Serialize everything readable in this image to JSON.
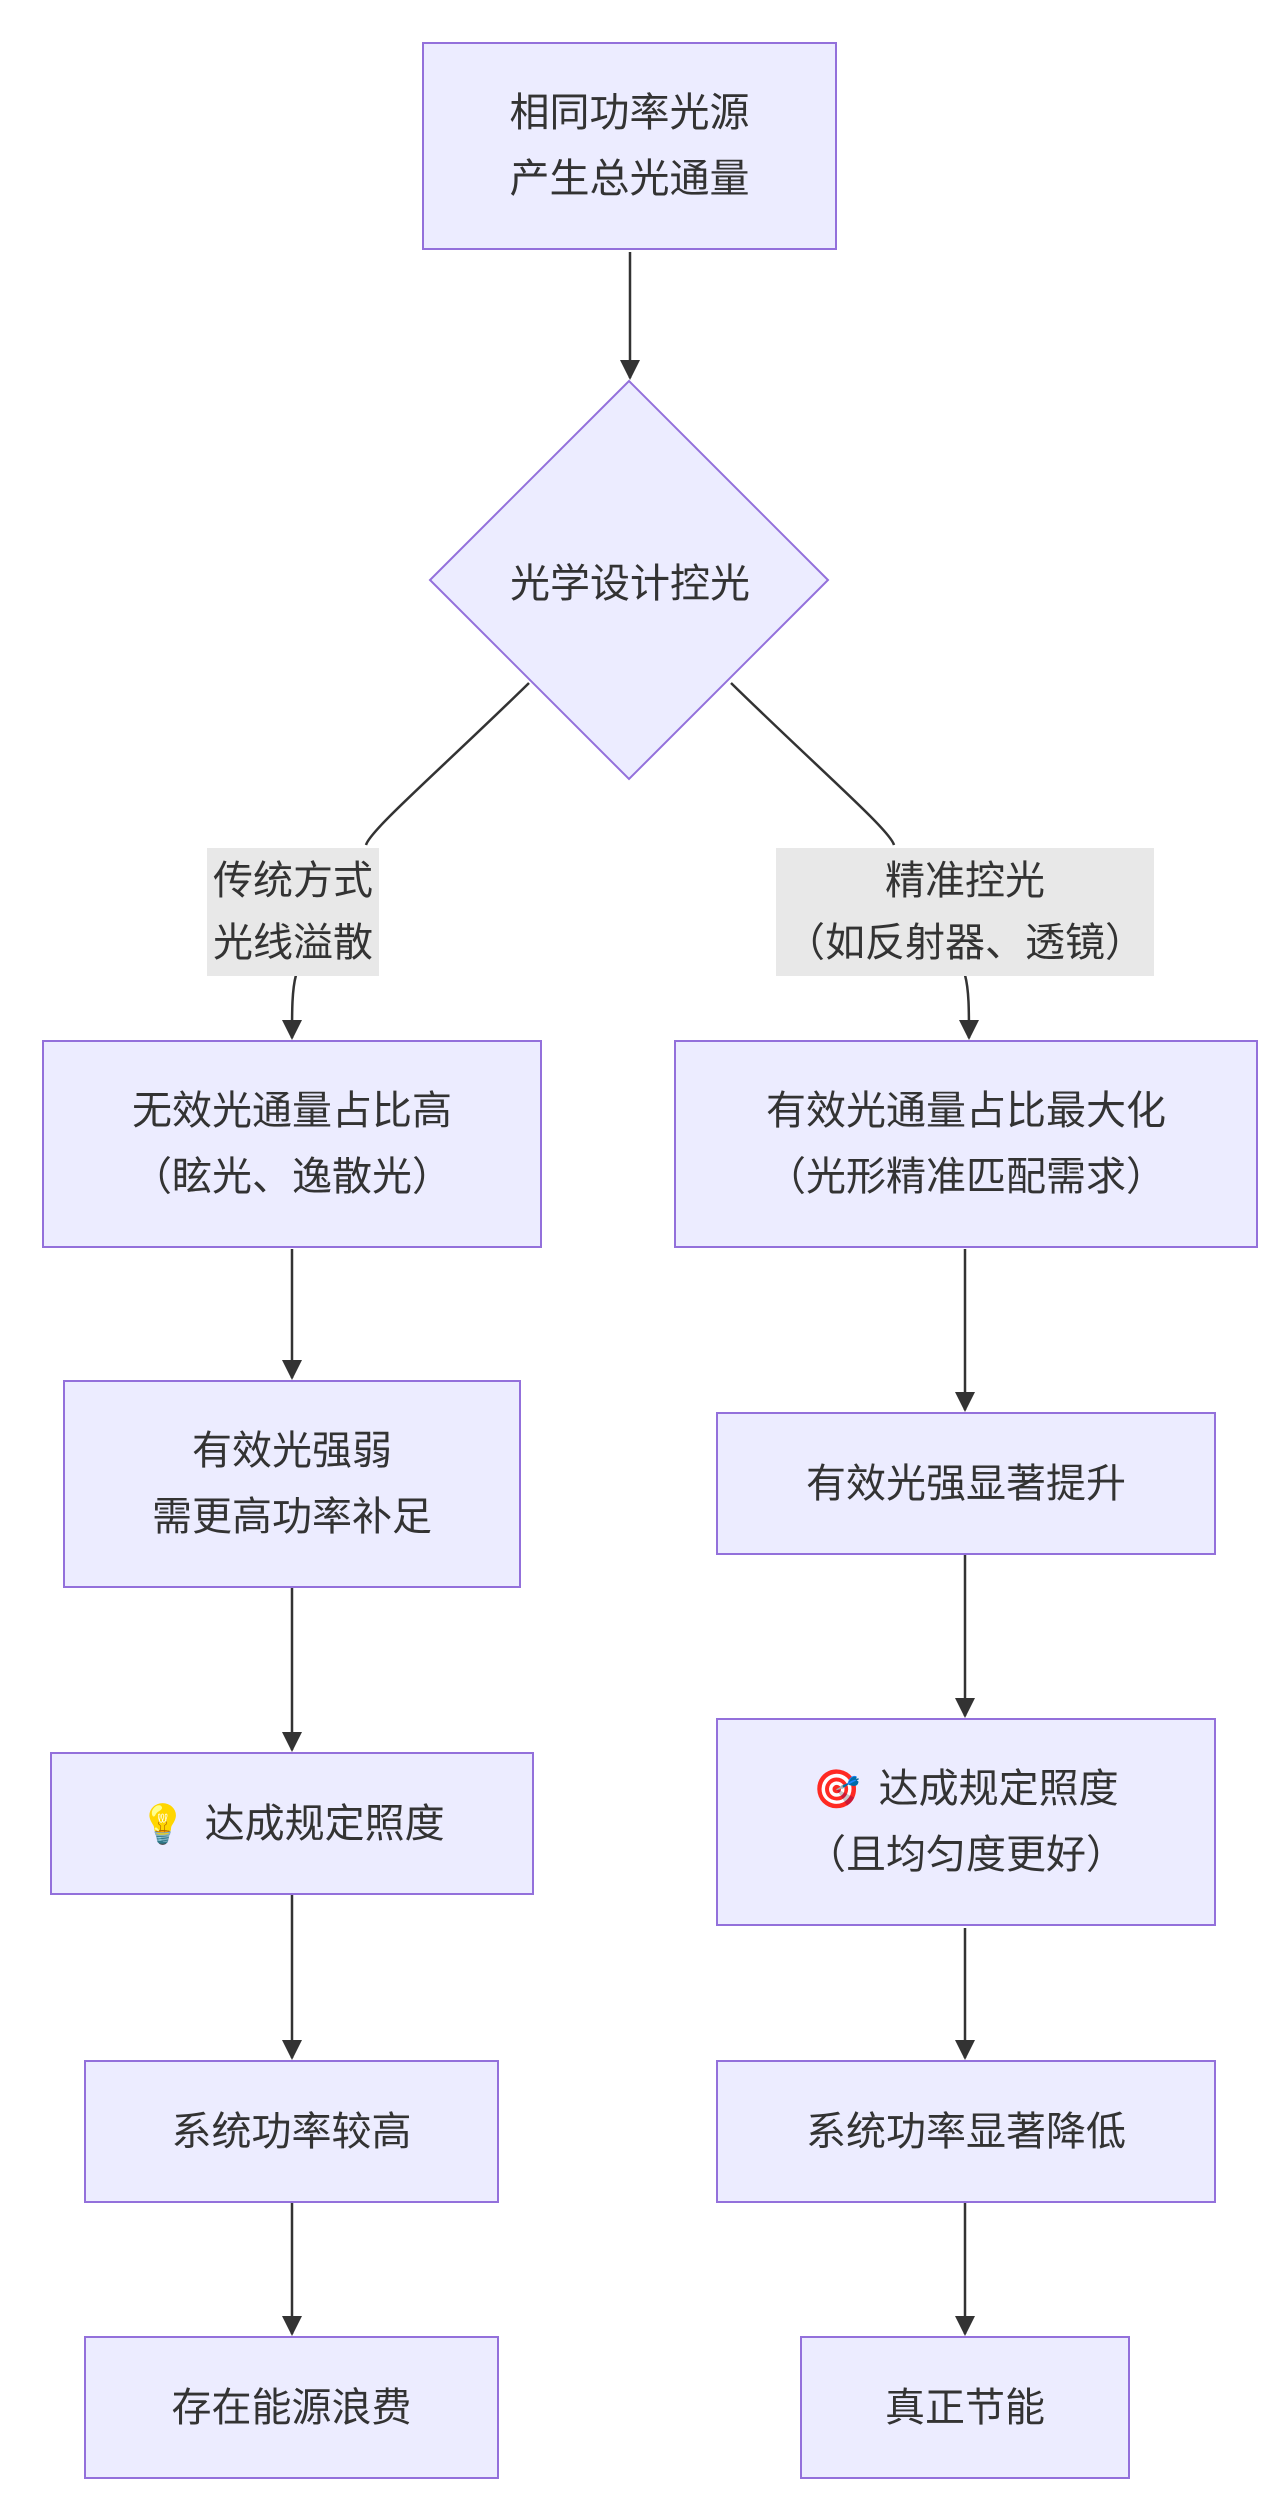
{
  "nodes": {
    "source": "相同功率光源\n产生总光通量",
    "decision": "光学设计控光",
    "left1": "无效光通量占比高\n（眩光、逸散光）",
    "left2": "有效光强弱\n需更高功率补足",
    "left3": "达成规定照度",
    "left4": "系统功率较高",
    "left5": "存在能源浪费",
    "right1": "有效光通量占比最大化\n（光形精准匹配需求）",
    "right2": "有效光强显著提升",
    "right3_line1": "达成规定照度",
    "right3_line2": "（且均匀度更好）",
    "right4": "系统功率显著降低",
    "right5": "真正节能"
  },
  "edge_labels": {
    "left": "传统方式\n光线溢散",
    "right": "精准控光\n（如反射器、透镜）"
  },
  "icons": {
    "left3": "lightbulb-icon",
    "right3": "target-icon"
  },
  "colors": {
    "node_fill": "#ececff",
    "node_border": "#9370db",
    "edge": "#333333",
    "edge_label_bg": "#e8e8e8"
  }
}
